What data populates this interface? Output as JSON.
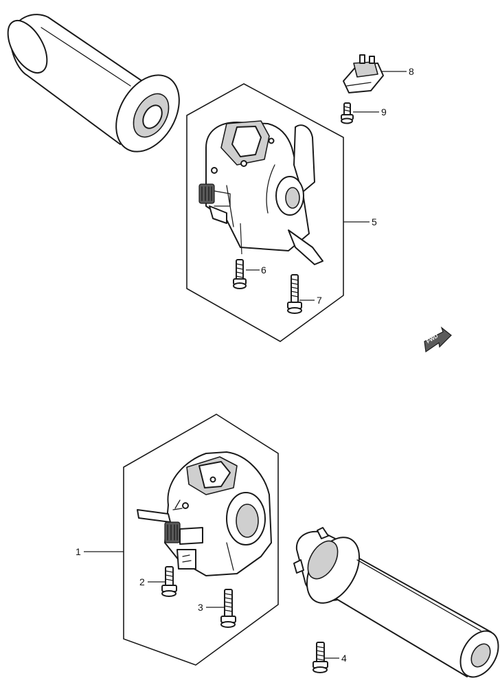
{
  "callouts": {
    "part1": "1",
    "part2": "2",
    "part3": "3",
    "part4": "4",
    "part5": "5",
    "part6": "6",
    "part7": "7",
    "part8": "8",
    "part9": "9"
  },
  "direction_marker": {
    "label": "FWD",
    "icon": "forward-arrow-icon"
  }
}
